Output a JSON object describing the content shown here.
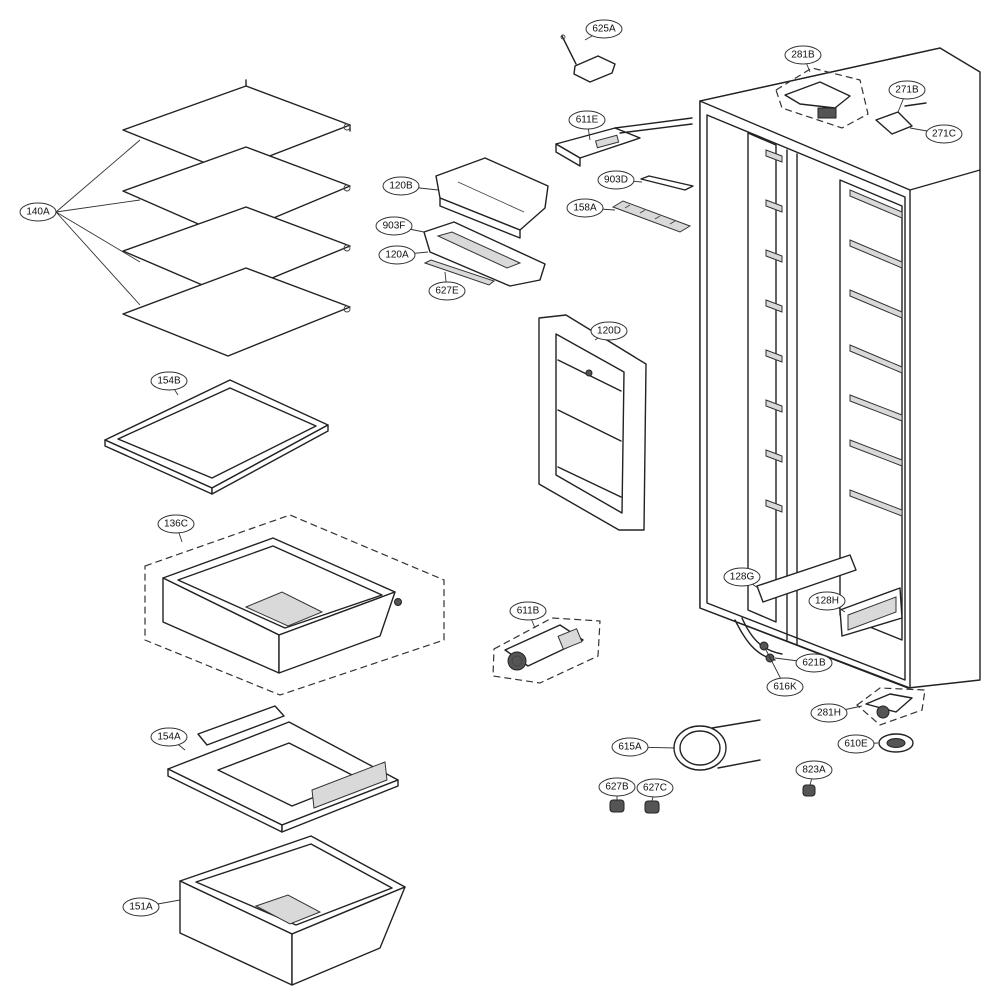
{
  "callouts": [
    {
      "id": "625A"
    },
    {
      "id": "281B"
    },
    {
      "id": "271B"
    },
    {
      "id": "271C"
    },
    {
      "id": "611E"
    },
    {
      "id": "120B"
    },
    {
      "id": "903D"
    },
    {
      "id": "158A"
    },
    {
      "id": "140A"
    },
    {
      "id": "903F"
    },
    {
      "id": "120A"
    },
    {
      "id": "627E"
    },
    {
      "id": "120D"
    },
    {
      "id": "154B"
    },
    {
      "id": "136C"
    },
    {
      "id": "128G"
    },
    {
      "id": "128H"
    },
    {
      "id": "611B"
    },
    {
      "id": "621B"
    },
    {
      "id": "616K"
    },
    {
      "id": "281H"
    },
    {
      "id": "154A"
    },
    {
      "id": "615A"
    },
    {
      "id": "610E"
    },
    {
      "id": "823A"
    },
    {
      "id": "627B"
    },
    {
      "id": "627C"
    },
    {
      "id": "151A"
    }
  ]
}
